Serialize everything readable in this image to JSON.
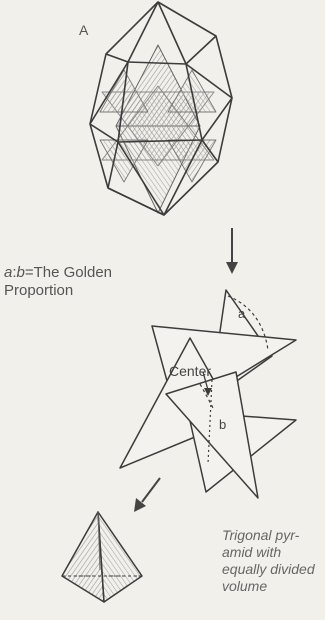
{
  "figure": {
    "label_a": "A",
    "golden_ratio": {
      "var_a": "a",
      "sep": ":",
      "var_b": "b",
      "rest": "=The Golden",
      "line2": "Proportion"
    },
    "center_label": "Center",
    "segment_a": "a",
    "segment_b": "b",
    "caption_lines": [
      "Trigonal pyr-",
      "amid with",
      "equally divided",
      "volume"
    ]
  }
}
